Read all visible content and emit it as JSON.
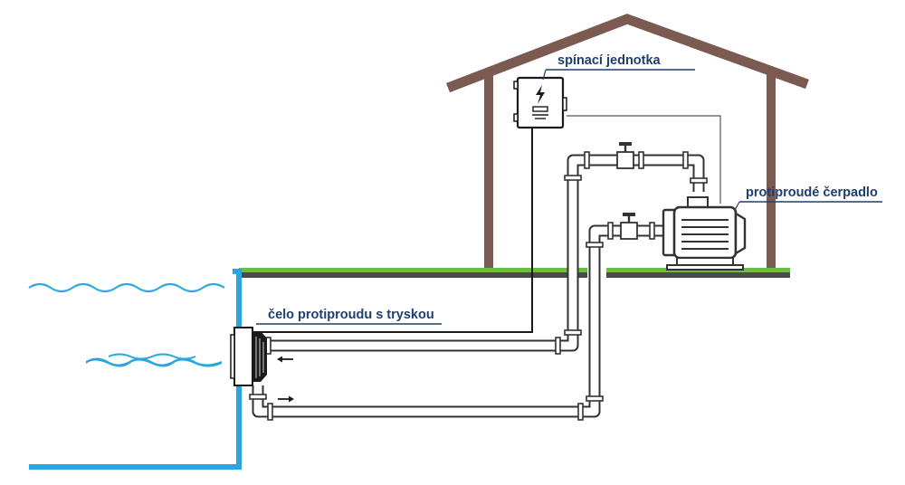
{
  "labels": {
    "control_unit": "spínací jednotka",
    "pump": "protiproudé čerpadlo",
    "jet_head": "čelo protiproudu s tryskou"
  },
  "colors": {
    "house": "#7b5a52",
    "grass": "#6cbd45",
    "ground": "#4a4a4a",
    "water": "#2ba5e0",
    "label_text": "#1f3f6e",
    "line": "#333333"
  },
  "icons": {
    "control_unit": "lightning-bolt-icon",
    "flow_in": "arrow-left-icon",
    "flow_out": "arrow-right-icon"
  }
}
